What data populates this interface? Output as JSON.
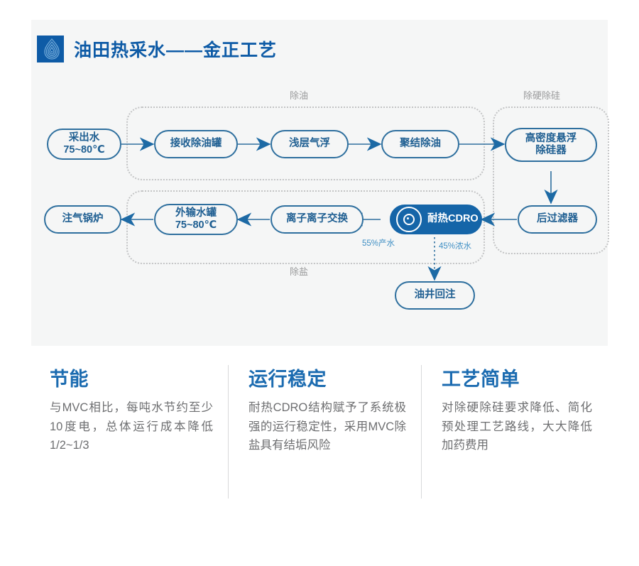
{
  "header": {
    "logo_icon": "water-drop-logo-icon",
    "title": "油田热采水——金正工艺",
    "brand_color": "#0e5ba6"
  },
  "diagram": {
    "groups": [
      {
        "label": "除油"
      },
      {
        "label": "除硬除硅"
      },
      {
        "label": "除盐"
      }
    ],
    "nodes": [
      {
        "id": "source",
        "line1": "采出水",
        "line2": "75~80℃"
      },
      {
        "id": "receive-tank",
        "line1": "接收除油罐",
        "line2": ""
      },
      {
        "id": "flotation",
        "line1": "浅层气浮",
        "line2": ""
      },
      {
        "id": "coalescer",
        "line1": "聚结除油",
        "line2": ""
      },
      {
        "id": "desilication",
        "line1": "高密度悬浮",
        "line2": "除硅器"
      },
      {
        "id": "post-filter",
        "line1": "后过滤器",
        "line2": ""
      },
      {
        "id": "cdro",
        "line1": "耐热CDRO",
        "line2": ""
      },
      {
        "id": "ion-exchange",
        "line1": "离子离子交换",
        "line2": ""
      },
      {
        "id": "export-tank",
        "line1": "外输水罐",
        "line2": "75~80℃"
      },
      {
        "id": "boiler",
        "line1": "注气锅炉",
        "line2": ""
      },
      {
        "id": "reinjection",
        "line1": "油井回注",
        "line2": ""
      }
    ],
    "edge_labels": [
      {
        "id": "permeate",
        "text": "55%产水"
      },
      {
        "id": "concentrate",
        "text": "45%浓水"
      }
    ],
    "node_color": "#2e6f9e",
    "node_fill_color": "#1565a8",
    "label_color": "#9a9b9c"
  },
  "features": [
    {
      "title": "节能",
      "body": "与MVC相比，每吨水节约至少10度电，总体运行成本降低1/2~1/3"
    },
    {
      "title": "运行稳定",
      "body": "耐热CDRO结构赋予了系统极强的运行稳定性，采用MVC除盐具有结垢风险"
    },
    {
      "title": "工艺简单",
      "body": "对除硬除硅要求降低、简化预处理工艺路线，大大降低加药费用"
    }
  ]
}
